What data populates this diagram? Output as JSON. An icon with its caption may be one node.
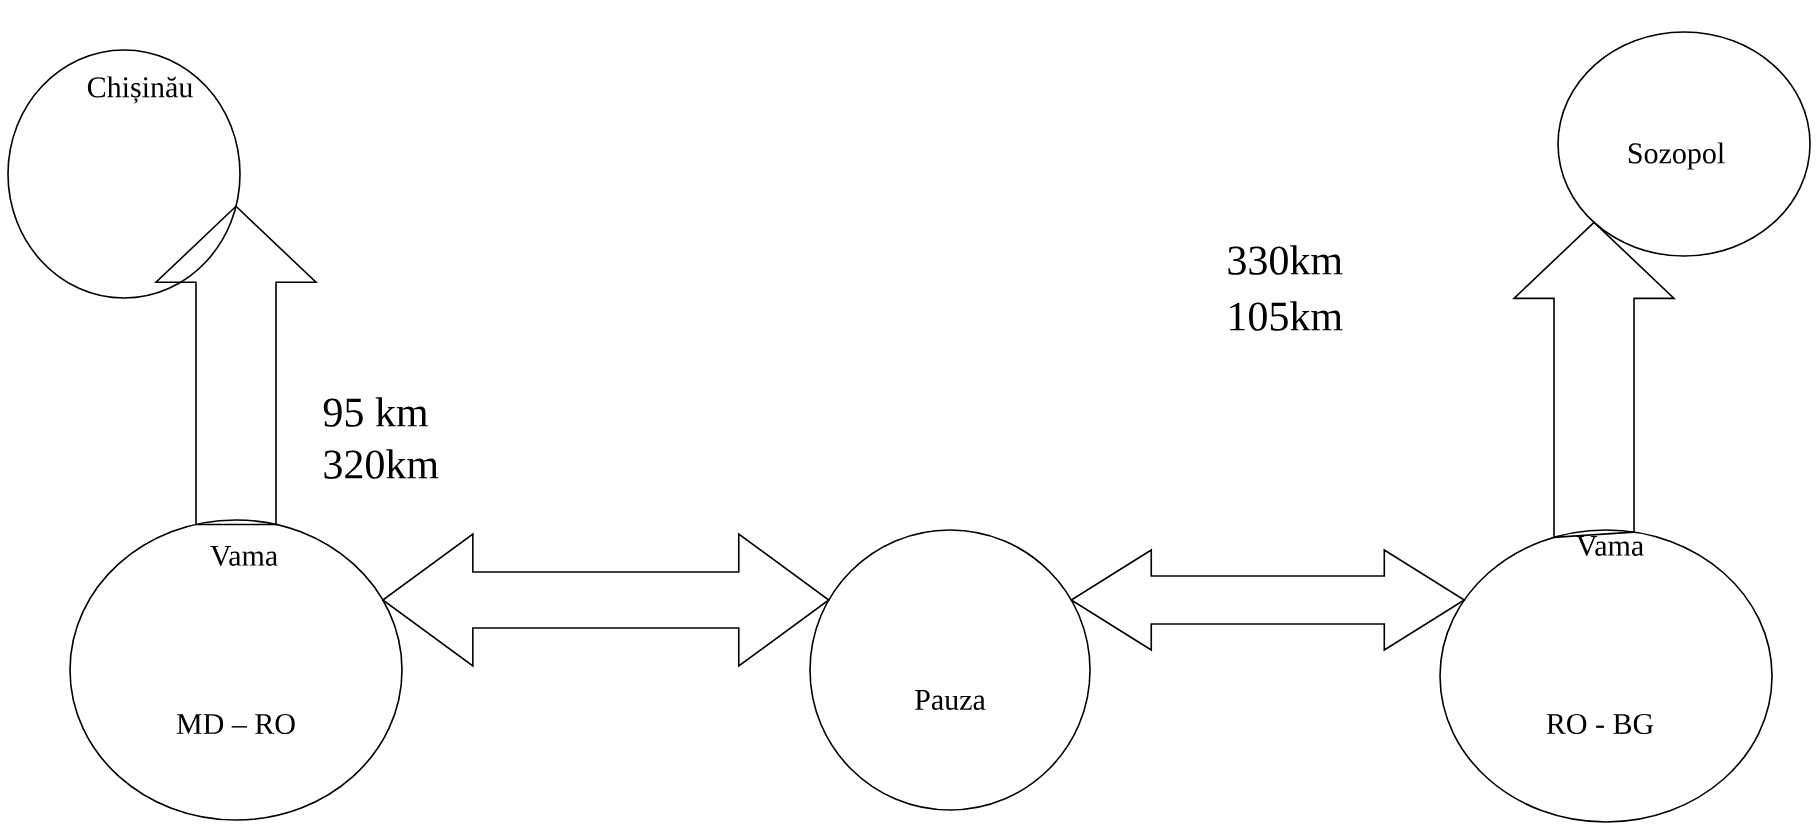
{
  "diagram": {
    "nodes": [
      {
        "text": [
          "Chișinău"
        ]
      },
      {
        "text": [
          "Sozopol"
        ]
      },
      {
        "text": [
          "Vama",
          "MD – RO"
        ]
      },
      {
        "text": [
          "Pauza"
        ]
      },
      {
        "text": [
          "Vama",
          "RO - BG"
        ]
      }
    ],
    "edges": [
      {
        "from": 2,
        "to": 0,
        "arrow": "to"
      },
      {
        "from": 2,
        "to": 3,
        "arrow": "both"
      },
      {
        "from": 3,
        "to": 4,
        "arrow": "both"
      },
      {
        "from": 4,
        "to": 1,
        "arrow": "to"
      }
    ],
    "labels": [
      "95 km",
      "320km",
      "330km",
      "105km"
    ]
  }
}
